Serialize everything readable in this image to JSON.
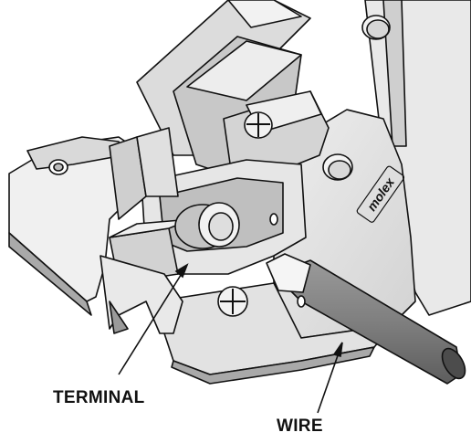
{
  "figure": {
    "subject": "crimp-tool-illustration",
    "brand_mark": "molex",
    "labels": {
      "terminal": "TERMINAL",
      "wire": "WIRE"
    }
  },
  "colors": {
    "light_gray": "#e6e6e6",
    "mid_gray": "#bdbdbd",
    "dark_gray": "#7a7a7a",
    "outline": "#111111",
    "background": "#ffffff"
  }
}
